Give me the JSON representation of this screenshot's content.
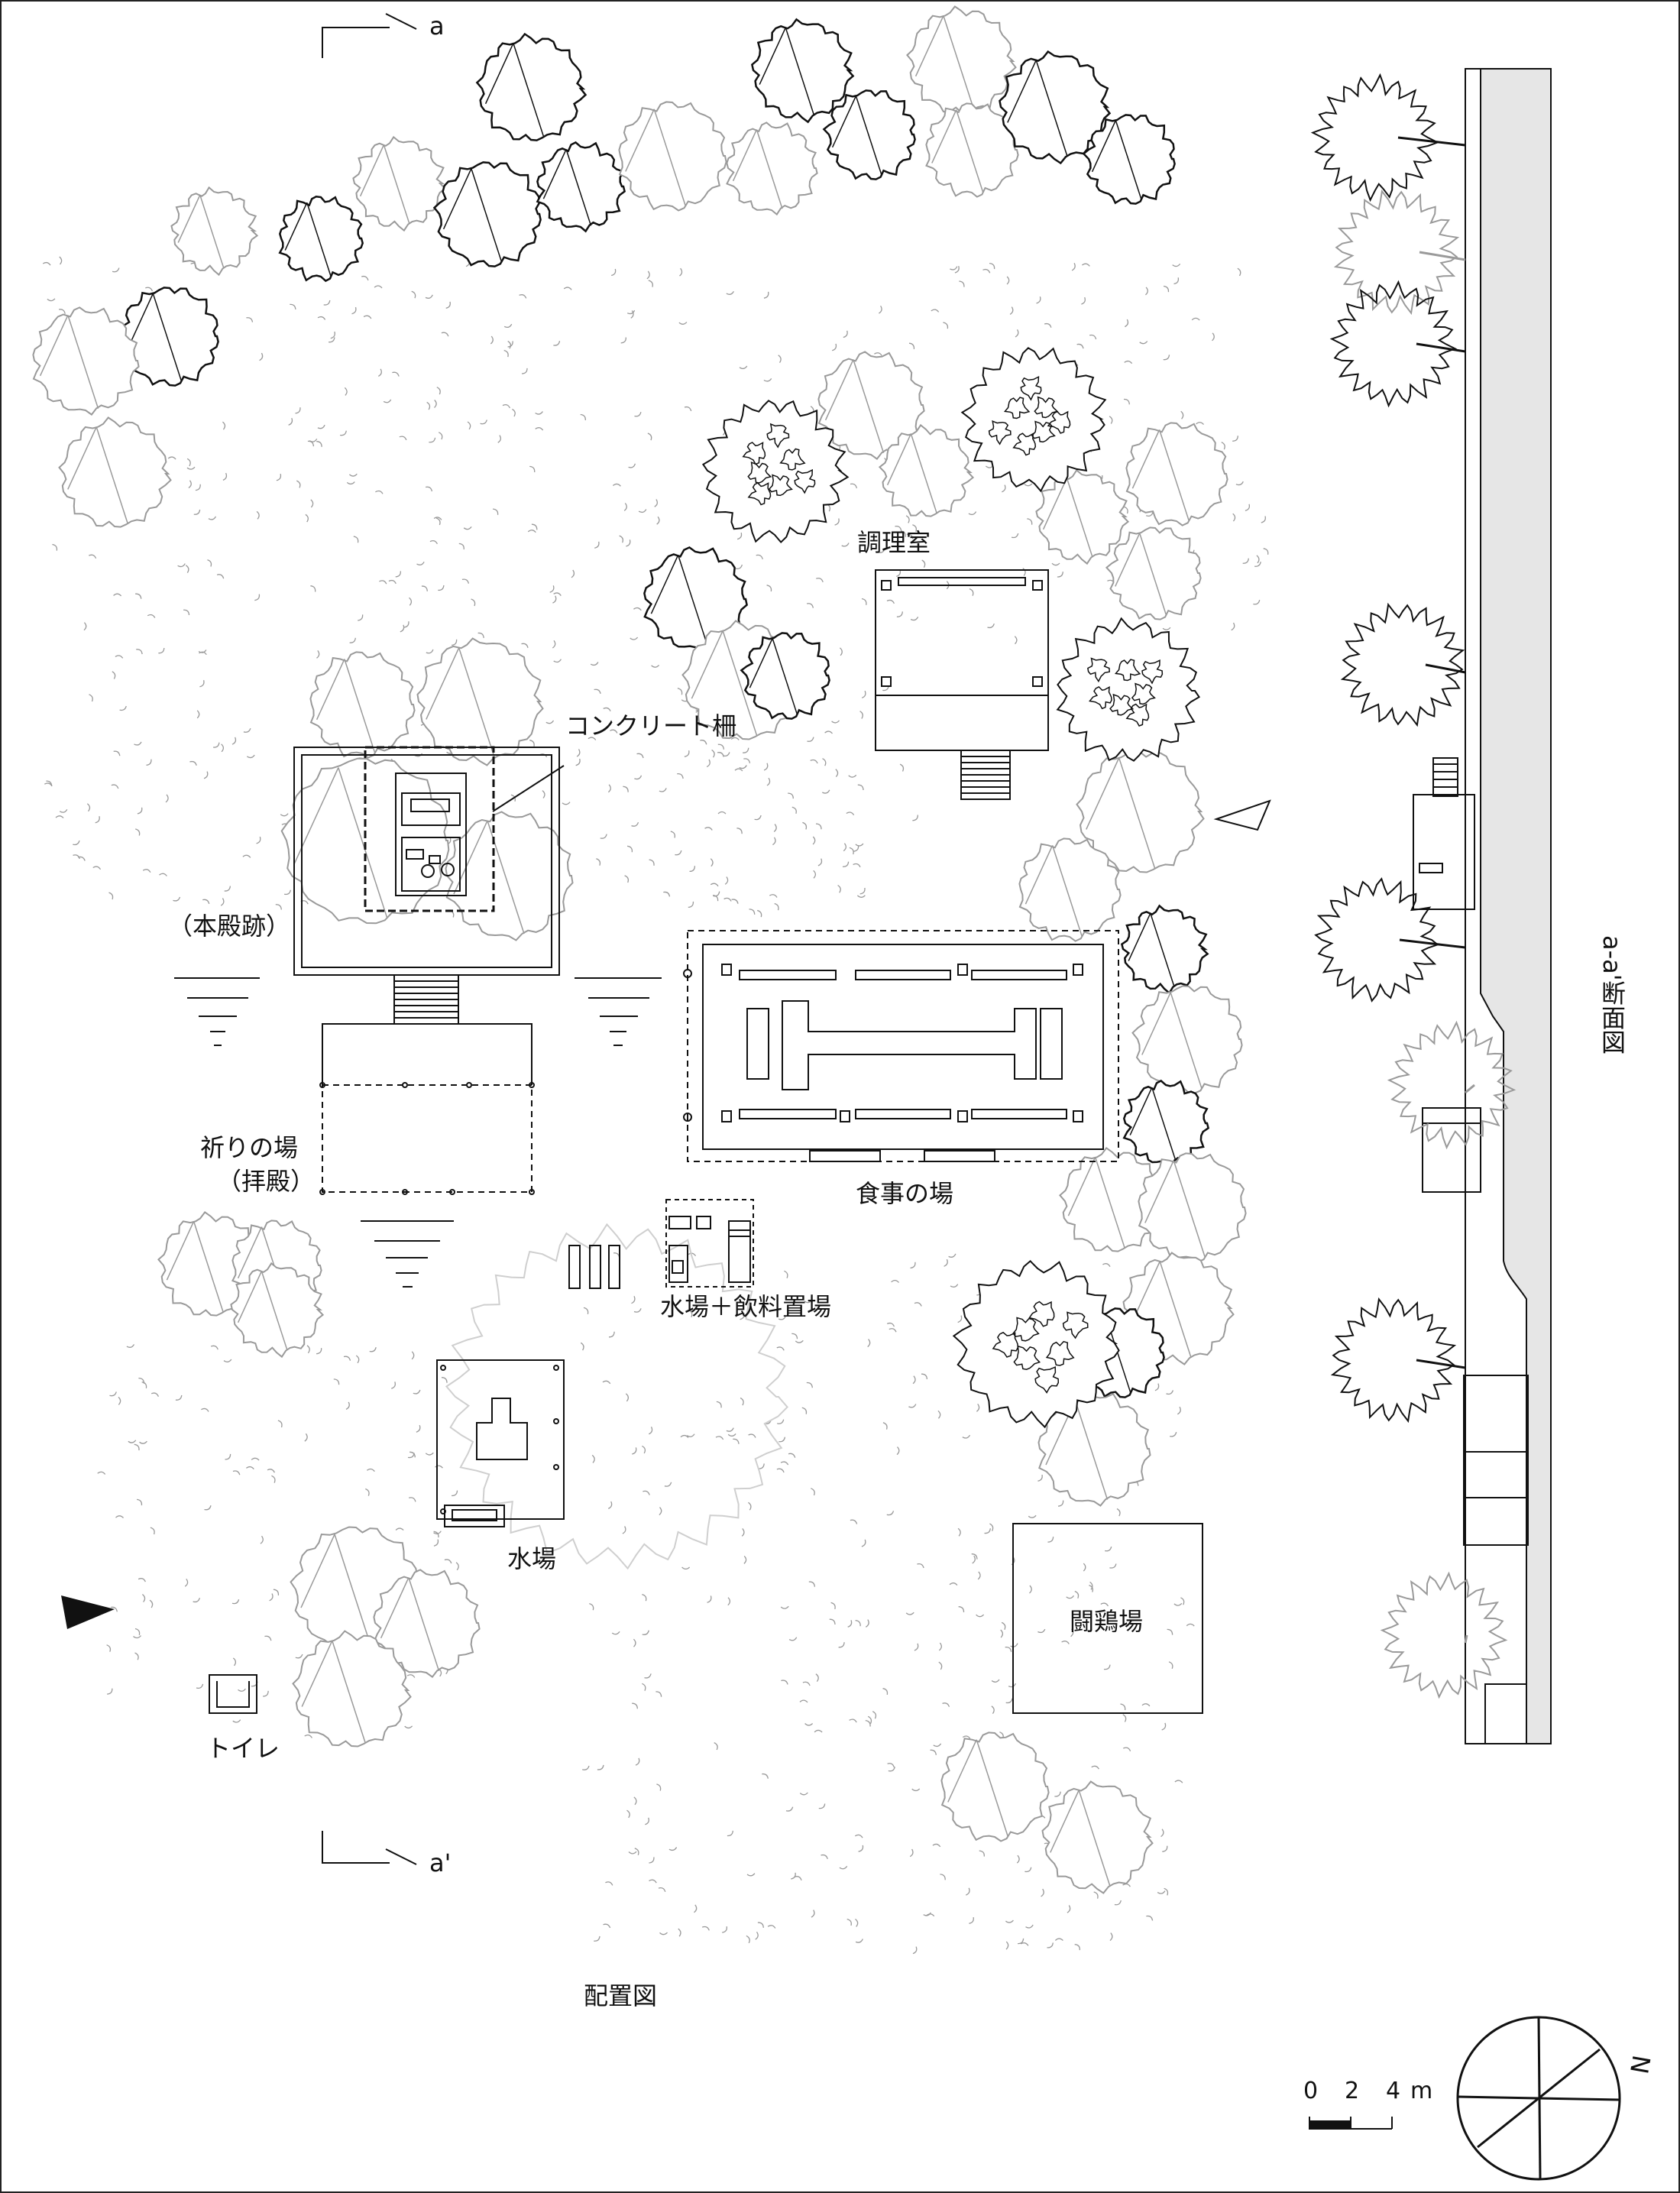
{
  "labels": {
    "cooking_room": "調理室",
    "concrete_fence": "コンクリート柵",
    "main_hall": "（本殿跡）",
    "prayer_place_1": "祈りの場",
    "prayer_place_2": "（拝殿）",
    "dining_place": "食事の場",
    "water_drinks": "水場＋飲料置場",
    "water_place": "水場",
    "cockfight": "闘鶏場",
    "toilet": "トイレ",
    "site_plan": "配置図",
    "section_title": "a-a'断面図"
  },
  "section_marks": {
    "top": "a",
    "bottom": "a'"
  },
  "scale_bar": {
    "zero": "0",
    "two": "2",
    "four": "4",
    "unit": "m"
  },
  "north": "N",
  "icons": {
    "north_arrow": "compass-north-icon",
    "view_point": "triangle-marker-icon"
  },
  "colors": {
    "line": "#111111",
    "light_line": "#9a9a9a",
    "ground": "#e6e6e6"
  }
}
